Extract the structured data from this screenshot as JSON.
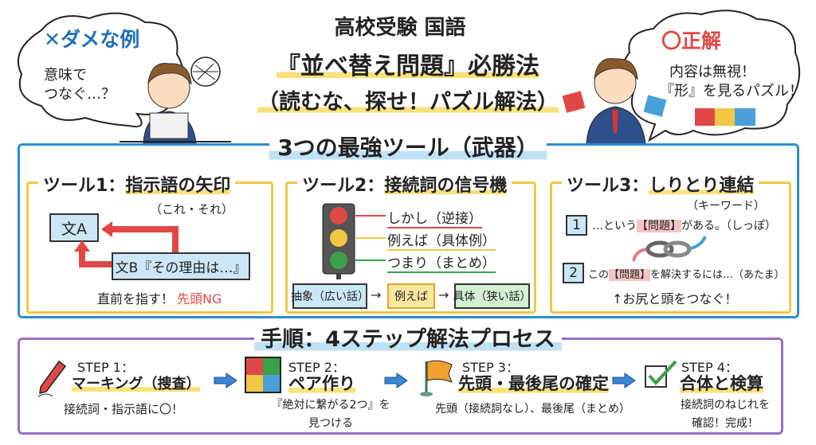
{
  "title": {
    "line1": "高校受験 国語",
    "line2": "『並べ替え問題』必勝法",
    "line3": "（読むな、探せ！パズル解法）"
  },
  "bad_example": {
    "heading": "✕ダメな例",
    "text1": "意味で",
    "text2": "つなぐ…？"
  },
  "good_example": {
    "heading": "〇正解",
    "text1": "内容は無視！",
    "text2": "『形』を見るパズル！"
  },
  "tools_section": {
    "heading": "3つの最強ツール（武器）",
    "tool1": {
      "label": "ツール1：",
      "name": "指示語の矢印",
      "note": "（これ・それ）",
      "sentence_a": "文A",
      "sentence_b": "文B『その理由は…』",
      "caption": "直前を指す！",
      "warning": "先頭NG"
    },
    "tool2": {
      "label": "ツール2：",
      "name": "接続詞の信号機",
      "signals": [
        {
          "text": "しかし（逆接）",
          "color": "#e04848"
        },
        {
          "text": "例えば（具体例）",
          "color": "#f2c744"
        },
        {
          "text": "つまり（まとめ）",
          "color": "#3aa04a"
        }
      ],
      "flow": [
        "抽象（広い話）",
        "例えば",
        "具体（狭い話）"
      ],
      "flow_arrow": "→"
    },
    "tool3": {
      "label": "ツール3：",
      "name": "しりとり連結",
      "note": "（キーワード）",
      "row1_num": "1",
      "row1_pre": "…という",
      "row1_key": "【問題】",
      "row1_post": "がある。（しっぽ）",
      "row2_num": "2",
      "row2_pre": "この",
      "row2_key": "【問題】",
      "row2_post": "を解決するには…（あたま）",
      "caption": "↑お尻と頭をつなぐ！"
    }
  },
  "steps_section": {
    "heading": "手順：4ステップ解法プロセス",
    "steps": [
      {
        "step": "STEP 1：",
        "title": "マーキング（捜査）",
        "desc1": "接続詞・指示語に〇！",
        "desc2": "",
        "icon": "pencil-icon"
      },
      {
        "step": "STEP 2：",
        "title": "ペア作り",
        "desc1": "『絶対に繋がる2つ』を",
        "desc2": "見つける",
        "icon": "puzzle-icon"
      },
      {
        "step": "STEP 3：",
        "title": "先頭・最後尾の確定",
        "desc1": "先頭（接続詞なし）、最後尾（まとめ）",
        "desc2": "",
        "icon": "flag-icon"
      },
      {
        "step": "STEP 4：",
        "title": "合体と検算",
        "desc1": "接続詞のねじれを",
        "desc2": "確認！完成！",
        "icon": "checkbox-icon"
      }
    ]
  },
  "colors": {
    "blue": "#2a8fd0",
    "purple": "#9b6fc4",
    "yellow": "#f2c744",
    "red": "#e04848"
  }
}
